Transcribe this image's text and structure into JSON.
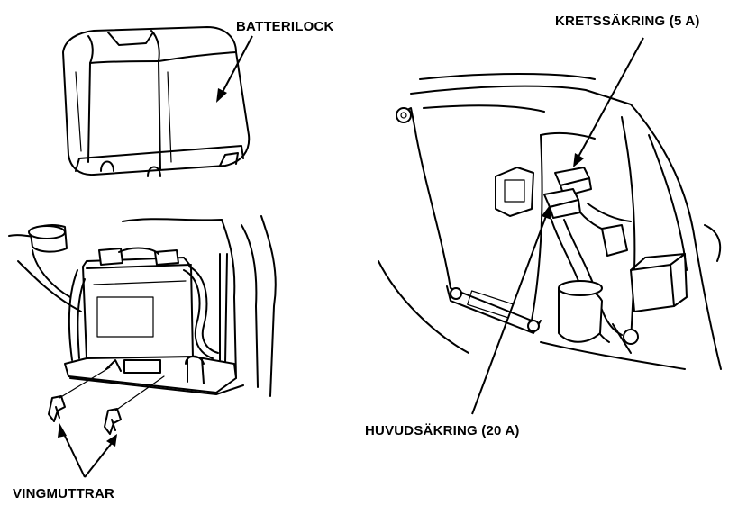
{
  "labels": {
    "battery_cover": "BATTERILOCK",
    "circuit_fuse": "KRETSSÄKRING (5 A)",
    "main_fuse": "HUVUDSÄKRING (20 A)",
    "wing_nuts": "VINGMUTTRAR"
  }
}
